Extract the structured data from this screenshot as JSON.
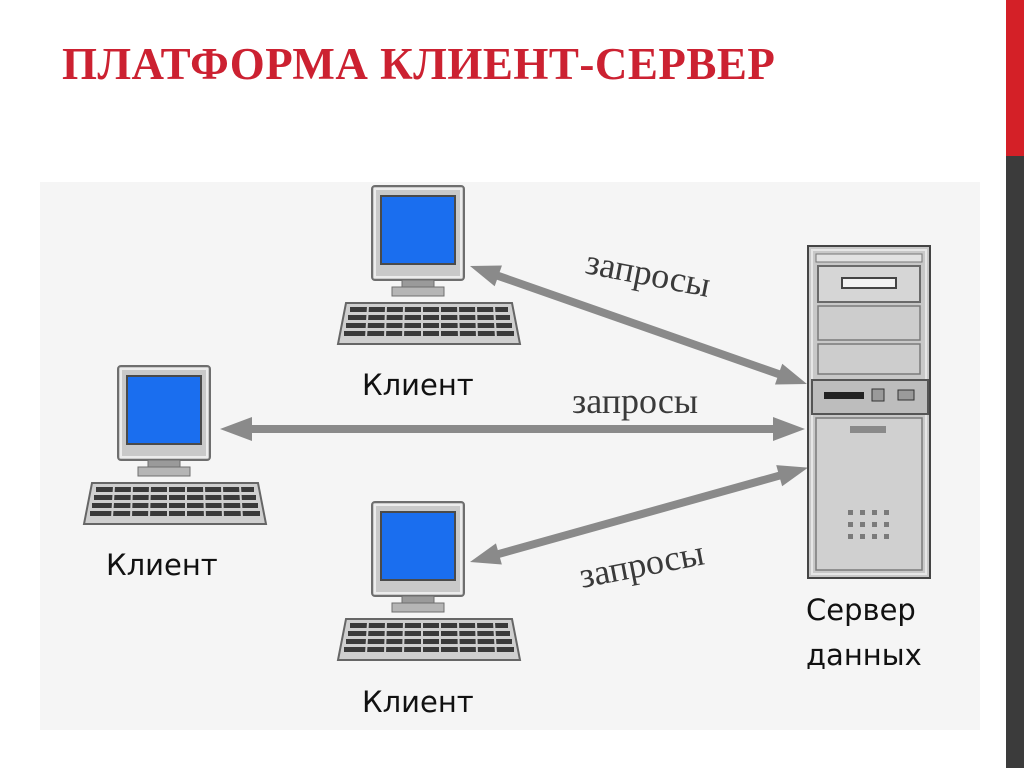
{
  "slide": {
    "title": "ПЛАТФОРМА КЛИЕНТ-СЕРВЕР"
  },
  "colors": {
    "title": "#cc2131",
    "accent_red": "#d42027",
    "accent_dark": "#3b3b3b",
    "screen": "#1a6eef",
    "arrow": "#8a8a8a",
    "diagram_bg": "#f5f5f5"
  },
  "diagram": {
    "clients": [
      {
        "id": "client-top",
        "label": "Клиент"
      },
      {
        "id": "client-left",
        "label": "Клиент"
      },
      {
        "id": "client-bottom",
        "label": "Клиент"
      }
    ],
    "server": {
      "label_line1": "Сервер",
      "label_line2": "данных",
      "icon": "server-tower-icon"
    },
    "connections": [
      {
        "from": "client-top",
        "to": "server",
        "label": "запросы"
      },
      {
        "from": "client-left",
        "to": "server",
        "label": "запросы"
      },
      {
        "from": "client-bottom",
        "to": "server",
        "label": "запросы"
      }
    ],
    "client_icon": "desktop-computer-icon",
    "arrow_type": "bidirectional"
  }
}
